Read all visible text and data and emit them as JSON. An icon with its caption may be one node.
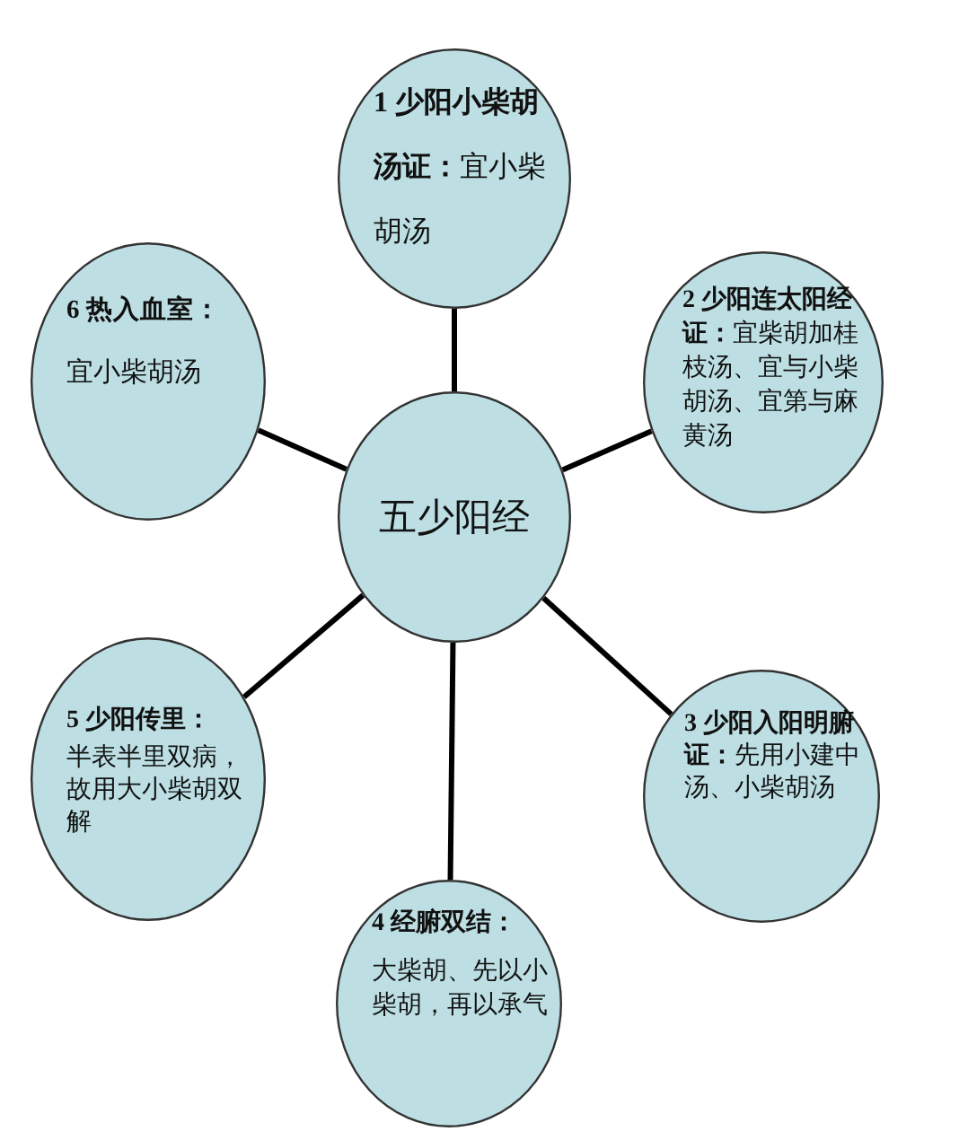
{
  "diagram": {
    "nodes": [
      {
        "text": [
          "五少阳经"
        ]
      },
      {
        "text": [
          "**1 少阳小柴胡汤证：**宜小柴胡汤"
        ]
      },
      {
        "text": [
          "**2 少阳连太阳经证：**宜柴胡加桂枝汤、宜与小柴胡汤、宜第与麻黄汤"
        ]
      },
      {
        "text": [
          "**3 少阳入阳明腑证：**先用小建中汤、小柴胡汤"
        ]
      },
      {
        "text": [
          "4 经腑双结：",
          "大柴胡、先以小柴胡，再以承气"
        ]
      },
      {
        "text": [
          "5 少阳传里：",
          "半表半里双病，故用大小柴胡双解"
        ]
      },
      {
        "text": [
          "6 热入血室：",
          "宜小柴胡汤"
        ]
      }
    ],
    "edges": [
      {
        "from": 0,
        "to": 1,
        "arrow": "none"
      },
      {
        "from": 0,
        "to": 2,
        "arrow": "none"
      },
      {
        "from": 0,
        "to": 3,
        "arrow": "none"
      },
      {
        "from": 0,
        "to": 4,
        "arrow": "none"
      },
      {
        "from": 0,
        "to": 5,
        "arrow": "none"
      },
      {
        "from": 0,
        "to": 6,
        "arrow": "none"
      }
    ]
  }
}
